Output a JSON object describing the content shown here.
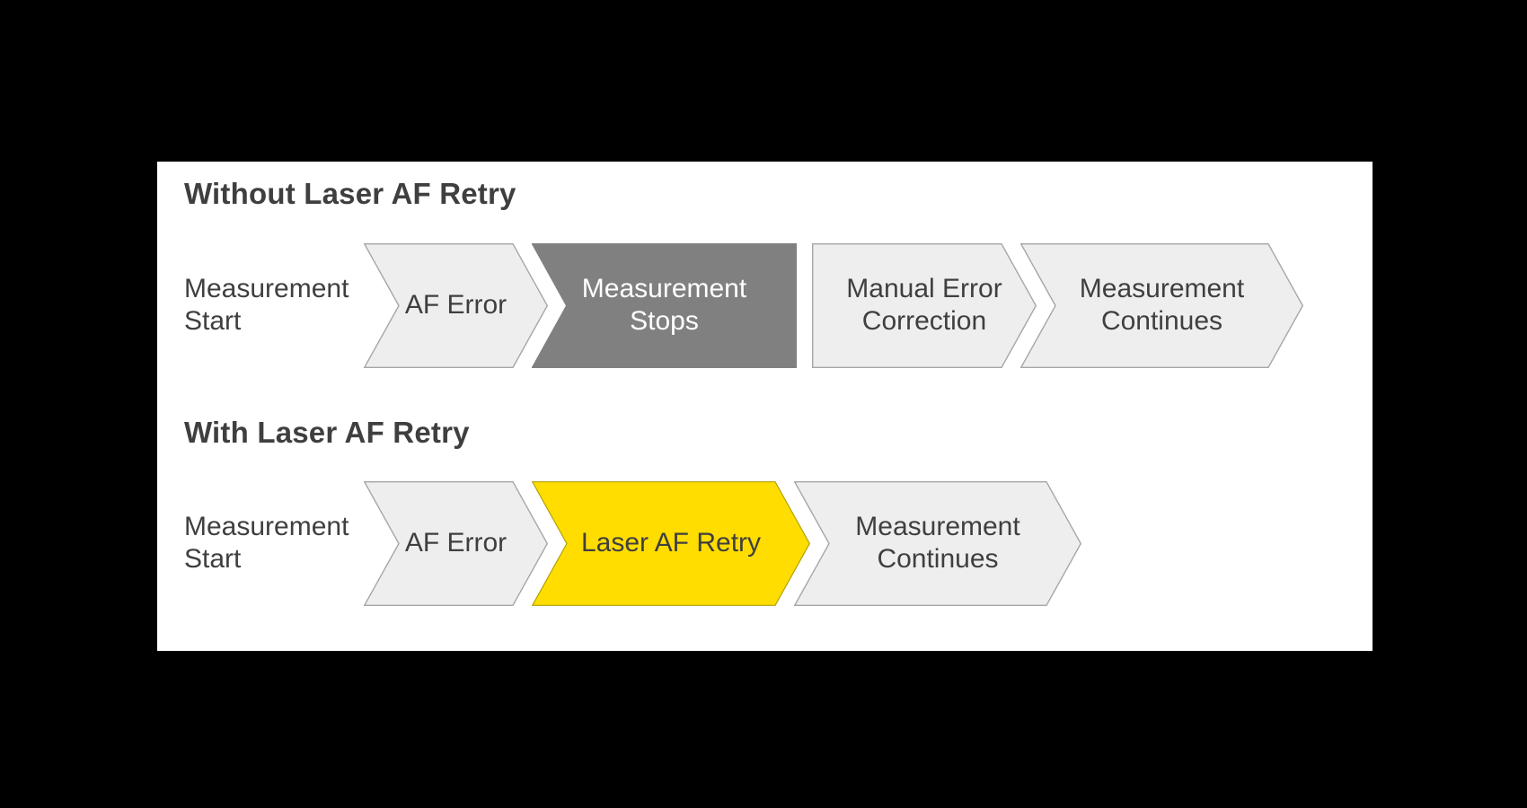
{
  "colors": {
    "background": "#000000",
    "panel": "#ffffff",
    "step_light_fill": "#eeeeee",
    "step_light_border": "#a6a6a6",
    "step_dark_fill": "#808080",
    "step_dark_border": "#808080",
    "step_accent_fill": "#ffdd00",
    "step_accent_border": "#b3a000",
    "text_dark": "#3f3f3f",
    "text_light": "#ffffff"
  },
  "diagram": {
    "sections": [
      {
        "heading": "Without Laser AF Retry",
        "start_label": "Measurement Start",
        "steps": [
          {
            "label": "AF Error",
            "style": "light",
            "left_edge": "notch",
            "right_edge": "point"
          },
          {
            "label": "Measurement Stops",
            "style": "dark",
            "left_edge": "notch",
            "right_edge": "flat"
          },
          {
            "label": "Manual Error Correction",
            "style": "light",
            "left_edge": "flat",
            "right_edge": "point"
          },
          {
            "label": "Measurement Continues",
            "style": "light",
            "left_edge": "notch",
            "right_edge": "point"
          }
        ]
      },
      {
        "heading": "With Laser AF Retry",
        "start_label": "Measurement Start",
        "steps": [
          {
            "label": "AF Error",
            "style": "light",
            "left_edge": "notch",
            "right_edge": "point"
          },
          {
            "label": "Laser AF Retry",
            "style": "accent",
            "left_edge": "notch",
            "right_edge": "point"
          },
          {
            "label": "Measurement Continues",
            "style": "light",
            "left_edge": "notch",
            "right_edge": "point"
          }
        ]
      }
    ]
  },
  "text": {
    "start_line_1": "Measurement",
    "start_line_2": "Start",
    "af_error": "AF Error",
    "meas_stops_line_1": "Measurement",
    "meas_stops_line_2": "Stops",
    "manual_err_line_1": "Manual Error",
    "manual_err_line_2": "Correction",
    "meas_cont_line_1": "Measurement",
    "meas_cont_line_2": "Continues",
    "laser_retry": "Laser AF Retry"
  }
}
